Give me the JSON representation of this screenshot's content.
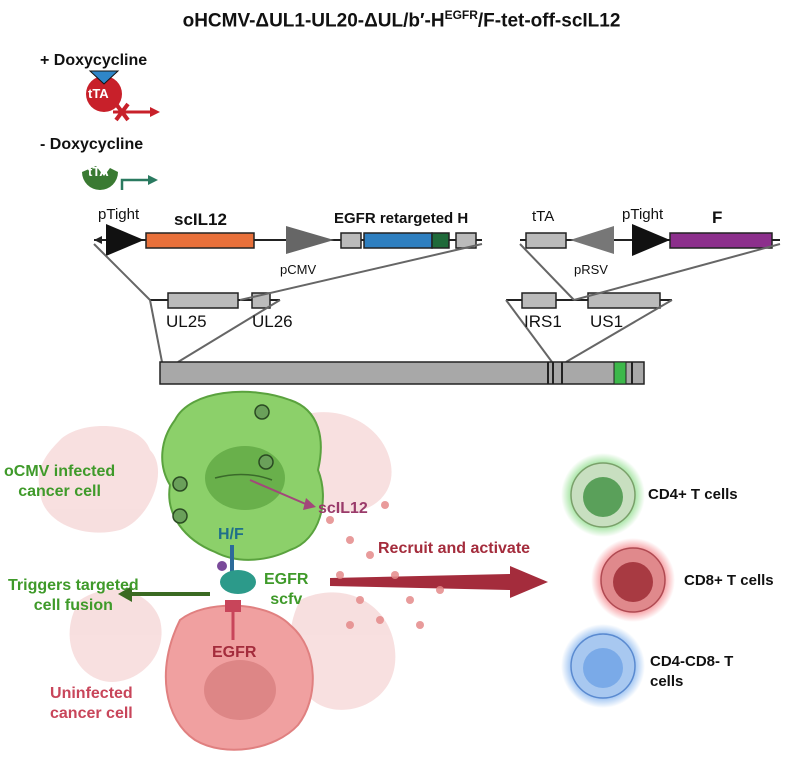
{
  "title": {
    "main": "oHCMV-ΔUL1-UL20-ΔUL/b′-H",
    "sup": "EGFR",
    "tail": "/F-tet-off-scIL12"
  },
  "tet_system": {
    "plus_dox": "+ Doxycycline",
    "minus_dox": "- Doxycycline",
    "tta_label_1": "tTA",
    "tta_label_2": "tTA"
  },
  "construct": {
    "ptight_left": "pTight",
    "scil12": "scIL12",
    "egfr_h": "EGFR retargeted H",
    "pcmv": "pCMV",
    "tta": "tTA",
    "prsv": "pRSV",
    "ptight_right": "pTight",
    "f": "F",
    "ul25": "UL25",
    "ul26": "UL26",
    "irs1": "IRS1",
    "us1": "US1"
  },
  "cells": {
    "infected": "oCMV infected\ncancer cell",
    "hf": "H/F",
    "scil12": "scIL12",
    "recruit": "Recruit and activate",
    "egfr_scfv": "EGFR\nscfv",
    "triggers": "Triggers targeted\ncell fusion",
    "egfr": "EGFR",
    "uninfected": "Uninfected\ncancer cell",
    "cd4": "CD4+ T cells",
    "cd8": "CD8+ T cells",
    "cd4cd8": "CD4-CD8- T\ncells"
  },
  "colors": {
    "scil12_gene": "#e8703a",
    "egfr_h_gene": "#2e7fc0",
    "f_gene": "#8c2f8c",
    "infected_cell": "#8cd06a",
    "uninfected_cell": "#f0a0a0",
    "cd4": "#8fc48a",
    "cd8": "#d9646a",
    "cd4cd8": "#8ab4e6"
  }
}
